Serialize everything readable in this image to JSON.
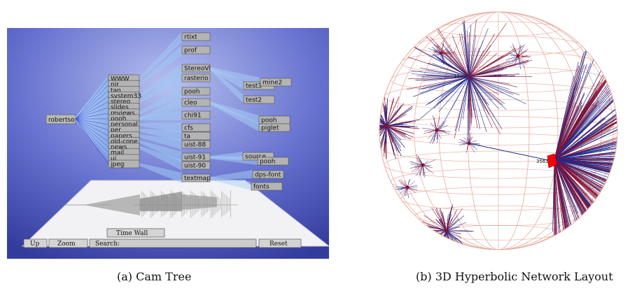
{
  "captions": {
    "a": "(a) Cam Tree",
    "b": "(b) 3D Hyperbolic Network Layout"
  },
  "cam_tree": {
    "root": "robertso",
    "level1": [
      "WWW",
      "nir",
      "tan",
      "system33",
      "stereo",
      "slides",
      "reviews",
      "pooh",
      "personal",
      "per",
      "papers",
      "old-cone",
      "news",
      "mail",
      "ui",
      "jpeg"
    ],
    "level2": [
      "rtixt",
      "prof",
      "StereoVi",
      "rasterio",
      "pooh",
      "cleo",
      "chi91",
      "cfs",
      "ta",
      "uist-88",
      "uist-91",
      "uist-90",
      "textmap"
    ],
    "level3": [
      "test3",
      "mine2",
      "test2",
      "pooh",
      "piglet",
      "source",
      "pooh",
      "dps-font",
      "fonts"
    ],
    "controls": {
      "time_wall": "Time Wall",
      "up": "Up",
      "zoom": "Zoom",
      "search": "Search:",
      "reset": "Reset"
    }
  },
  "hyperbolic": {
    "labels": [
      "1230",
      "3561"
    ],
    "colors": {
      "edge_dark": "#1e2a8c",
      "edge_red": "#8a1030",
      "grid": "#e8a89a",
      "marker": "#ff0000"
    }
  }
}
